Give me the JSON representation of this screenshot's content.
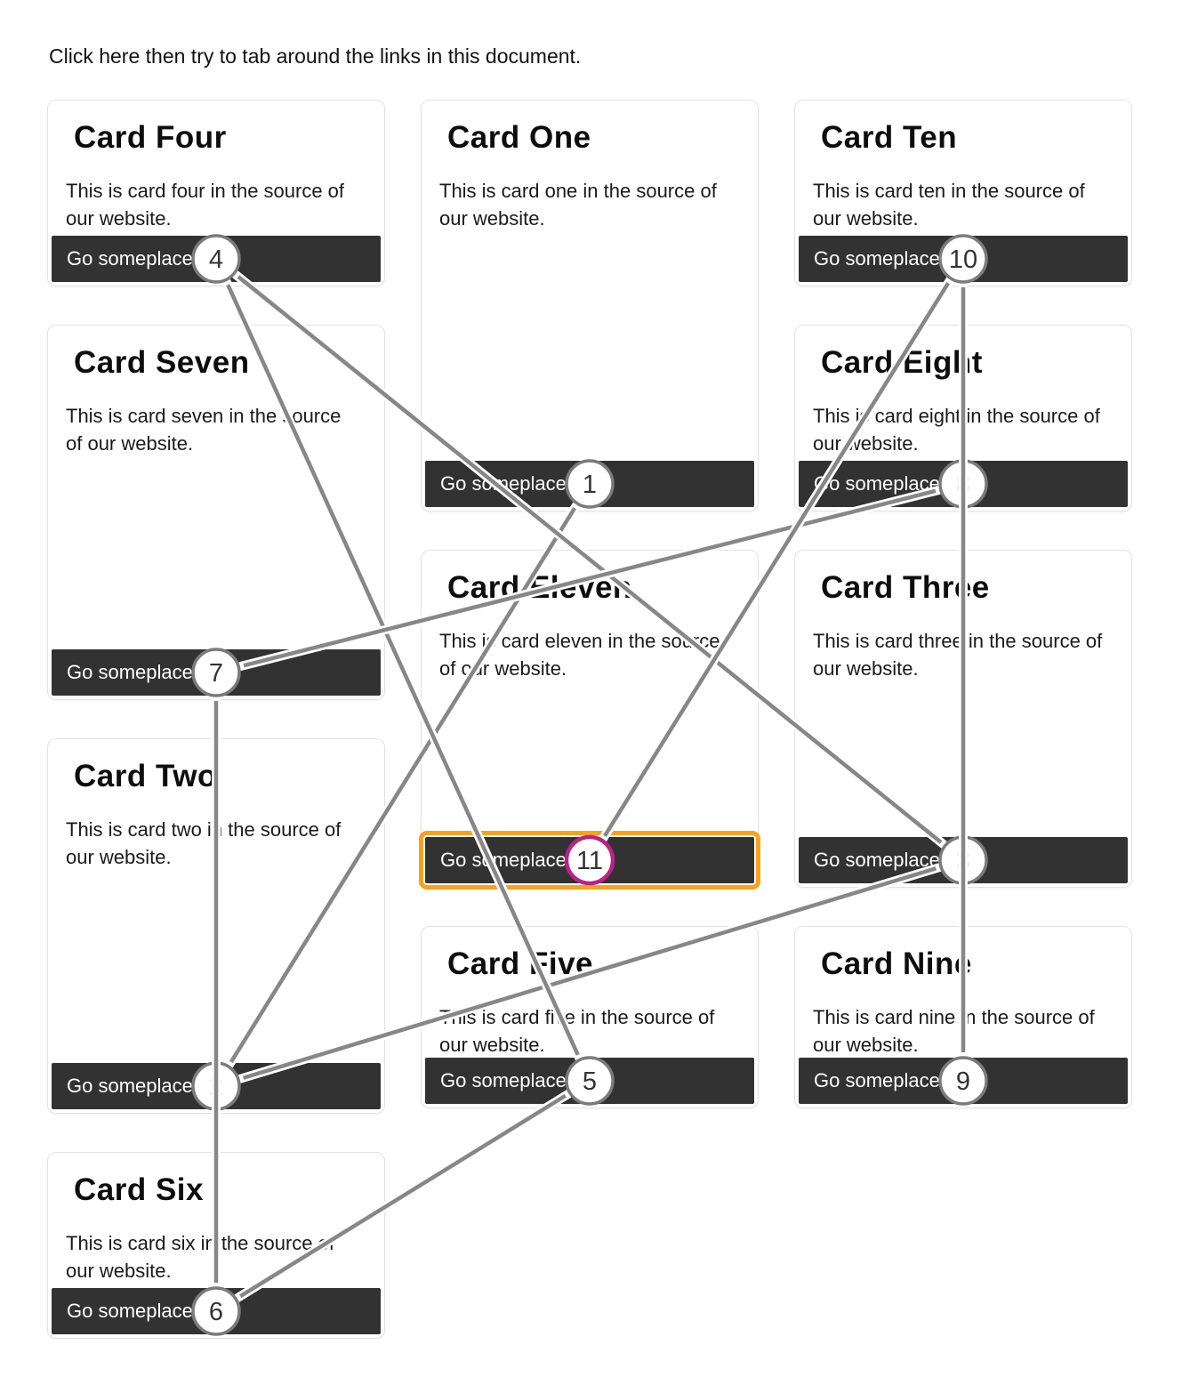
{
  "page": {
    "instruction": "Click here then try to tab around the links in this document."
  },
  "cards": [
    {
      "tab_index": 1,
      "title": "Card One",
      "body": "This is card one in the source of our website.",
      "button_label": "Go someplace"
    },
    {
      "tab_index": 2,
      "title": "Card Two",
      "body": "This is card two in the source of our website.",
      "button_label": "Go someplace"
    },
    {
      "tab_index": 3,
      "title": "Card Three",
      "body": "This is card three in the source of our website.",
      "button_label": "Go someplace"
    },
    {
      "tab_index": 4,
      "title": "Card Four",
      "body": "This is card four in the source of our website.",
      "button_label": "Go someplace"
    },
    {
      "tab_index": 5,
      "title": "Card Five",
      "body": "This is card five in the source of our website.",
      "button_label": "Go someplace"
    },
    {
      "tab_index": 6,
      "title": "Card Six",
      "body": "This is card six in the source of our website.",
      "button_label": "Go someplace"
    },
    {
      "tab_index": 7,
      "title": "Card Seven",
      "body": "This is card seven in the source of our website.",
      "button_label": "Go someplace"
    },
    {
      "tab_index": 8,
      "title": "Card Eight",
      "body": "This is card eight in the source of our website.",
      "button_label": "Go someplace"
    },
    {
      "tab_index": 9,
      "title": "Card Nine",
      "body": "This is card nine in the source of our website.",
      "button_label": "Go someplace"
    },
    {
      "tab_index": 10,
      "title": "Card Ten",
      "body": "This is card ten in the source of our website.",
      "button_label": "Go someplace"
    },
    {
      "tab_index": 11,
      "title": "Card Eleven",
      "body": "This is card eleven in the source of our website.",
      "button_label": "Go someplace"
    }
  ],
  "overlay": {
    "badge_numbers": [
      1,
      2,
      3,
      4,
      5,
      6,
      7,
      8,
      9,
      10,
      11
    ],
    "line_color": "#878787",
    "line_casing_color": "#ffffff",
    "badge_fill": "#ffffff",
    "badge_border_color": "#7b7b7b",
    "badge_number_color": "#333333",
    "faint_badge_number_color": "#eaeaea",
    "faint_badges": [
      2,
      3,
      8
    ],
    "active_badge": 11,
    "active_badge_border_color": "#bb2286",
    "focus_outline_color": "#f9a11b"
  }
}
